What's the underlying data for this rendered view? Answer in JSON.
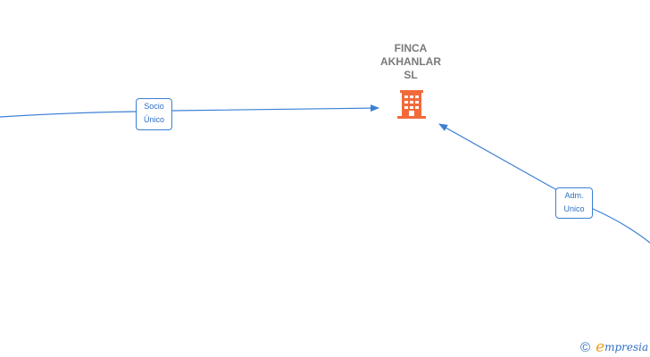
{
  "company": {
    "name_lines": [
      "FINCA",
      "AKHANLAR",
      "SL"
    ],
    "icon": "building-icon",
    "icon_color": "#f26a3b"
  },
  "relations": [
    {
      "label_lines": [
        "Socio",
        "Único"
      ]
    },
    {
      "label_lines": [
        "Adm.",
        "Unico"
      ]
    }
  ],
  "colors": {
    "edge": "#3b7fd4",
    "label_text": "#2d6fc4"
  },
  "branding": {
    "copyright_symbol": "©",
    "brand_initial": "e",
    "brand_rest": "mpresia"
  }
}
